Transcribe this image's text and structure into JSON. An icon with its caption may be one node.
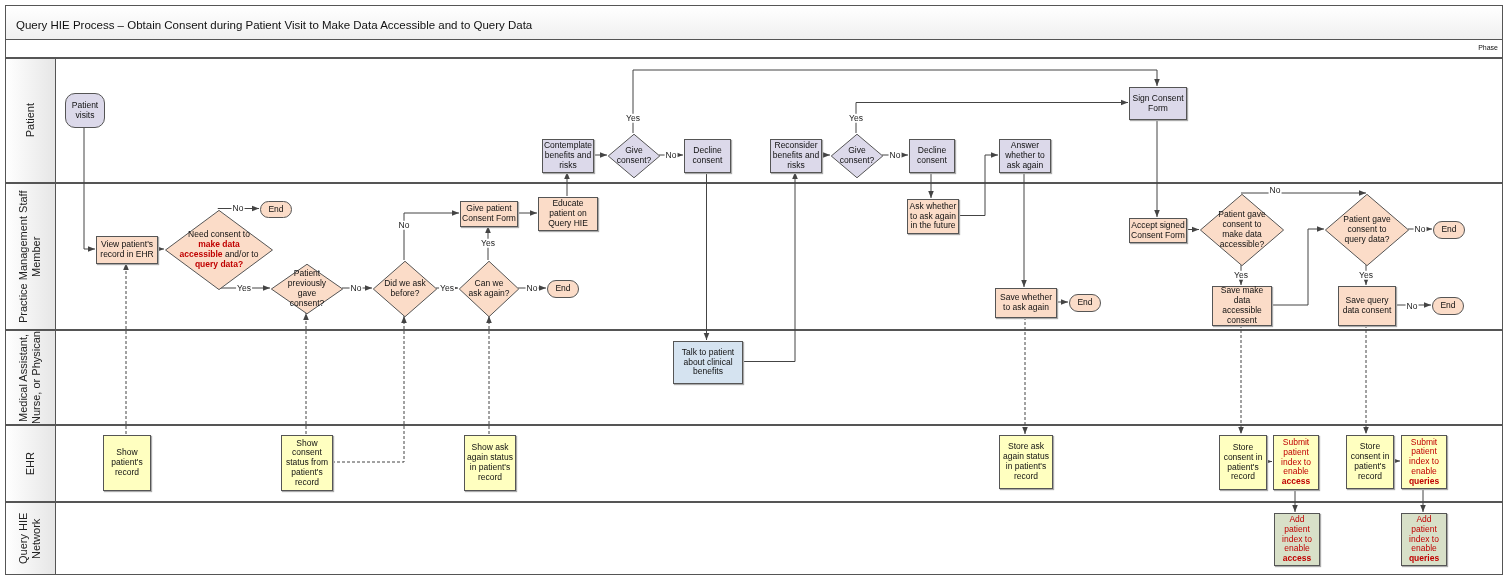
{
  "diagram": {
    "title": "Query HIE Process – Obtain Consent during Patient Visit to Make Data Accessible and to Query Data",
    "nodes": [
      {
        "text": [
          "Patient"
        ]
      },
      {
        "text": [
          "Practice Management Staff Member"
        ]
      },
      {
        "text": [
          "Medical Assistant, Nurse, or Physican"
        ]
      },
      {
        "text": [
          "EHR"
        ]
      },
      {
        "text": [
          "Query HIE Network"
        ]
      },
      {
        "text": [
          "Patient visits"
        ],
        "in": 0
      },
      {
        "text": [
          "Contemplate benefits and risks"
        ],
        "in": 0
      },
      {
        "text": [
          "Give consent?"
        ],
        "in": 0
      },
      {
        "text": [
          "Decline consent"
        ],
        "in": 0
      },
      {
        "text": [
          "Reconsider benefits and risks"
        ],
        "in": 0
      },
      {
        "text": [
          "Give consent?"
        ],
        "in": 0
      },
      {
        "text": [
          "Decline consent"
        ],
        "in": 0
      },
      {
        "text": [
          "Answer whether to ask again"
        ],
        "in": 0
      },
      {
        "text": [
          "Sign Consent Form"
        ],
        "in": 0
      },
      {
        "text": [
          "End"
        ],
        "in": 1
      },
      {
        "text": [
          "View patient's record in EHR"
        ],
        "in": 1
      },
      {
        "text": [
          "Need consent to **make data accessible** and/or to **query data?**"
        ],
        "in": 1
      },
      {
        "text": [
          "Give patient Consent Form"
        ],
        "in": 1
      },
      {
        "text": [
          "Educate patient on Query HIE"
        ],
        "in": 1
      },
      {
        "text": [
          "Patient previously gave consent?"
        ],
        "in": 1
      },
      {
        "text": [
          "Did we ask before?"
        ],
        "in": 1
      },
      {
        "text": [
          "Can we ask again?"
        ],
        "in": 1
      },
      {
        "text": [
          "End"
        ],
        "in": 1
      },
      {
        "text": [
          "Ask whether to ask again in the future"
        ],
        "in": 1
      },
      {
        "text": [
          "Accept signed Consent Form"
        ],
        "in": 1
      },
      {
        "text": [
          "Patient gave consent to make data accessible?"
        ],
        "in": 1
      },
      {
        "text": [
          "Patient gave consent to query data?"
        ],
        "in": 1
      },
      {
        "text": [
          "End"
        ],
        "in": 1
      },
      {
        "text": [
          "Save whether to ask again"
        ],
        "in": 1
      },
      {
        "text": [
          "End"
        ],
        "in": 1
      },
      {
        "text": [
          "Save make data accessible consent"
        ],
        "in": 1
      },
      {
        "text": [
          "Save query data consent"
        ],
        "in": 1
      },
      {
        "text": [
          "End"
        ],
        "in": 1
      },
      {
        "text": [
          "Talk to patient about clinical benefits"
        ],
        "in": 2
      },
      {
        "text": [
          "Show patient's record"
        ],
        "in": 3
      },
      {
        "text": [
          "Show consent status from patient's record"
        ],
        "in": 3
      },
      {
        "text": [
          "Show ask again status in patient's record"
        ],
        "in": 3
      },
      {
        "text": [
          "Store ask again status in patient's record"
        ],
        "in": 3
      },
      {
        "text": [
          "Store consent in patient's record"
        ],
        "in": 3
      },
      {
        "text": [
          "Submit patient index to enable **access**"
        ],
        "in": 3
      },
      {
        "text": [
          "Store consent in patient's record"
        ],
        "in": 3
      },
      {
        "text": [
          "Submit patient index to enable **queries**"
        ],
        "in": 3
      },
      {
        "text": [
          "Add patient index to enable **access**"
        ],
        "in": 4
      },
      {
        "text": [
          "Add patient index to enable **queries**"
        ],
        "in": 4
      }
    ],
    "edges": [
      {
        "from": 5,
        "to": 15,
        "arrow": "to"
      },
      {
        "from": 15,
        "to": 16,
        "arrow": "to"
      },
      {
        "from": 16,
        "to": 14,
        "arrow": "to",
        "label": "No"
      },
      {
        "from": 16,
        "to": 19,
        "arrow": "to",
        "label": "Yes"
      },
      {
        "from": 19,
        "to": 20,
        "arrow": "to",
        "label": "No"
      },
      {
        "from": 20,
        "to": 21,
        "arrow": "to",
        "label": "Yes"
      },
      {
        "from": 20,
        "to": 17,
        "arrow": "to",
        "label": "No"
      },
      {
        "from": 21,
        "to": 17,
        "arrow": "to",
        "label": "Yes"
      },
      {
        "from": 21,
        "to": 22,
        "arrow": "to",
        "label": "No"
      },
      {
        "from": 17,
        "to": 18,
        "arrow": "to"
      },
      {
        "from": 18,
        "to": 6,
        "arrow": "to"
      },
      {
        "from": 6,
        "to": 7,
        "arrow": "to"
      },
      {
        "from": 7,
        "to": 8,
        "arrow": "to",
        "label": "No"
      },
      {
        "from": 7,
        "to": 13,
        "arrow": "to",
        "label": "Yes"
      },
      {
        "from": 8,
        "to": 33,
        "arrow": "to"
      },
      {
        "from": 33,
        "to": 9,
        "arrow": "to"
      },
      {
        "from": 9,
        "to": 10,
        "arrow": "to"
      },
      {
        "from": 10,
        "to": 11,
        "arrow": "to",
        "label": "No"
      },
      {
        "from": 10,
        "to": 13,
        "arrow": "to",
        "label": "Yes"
      },
      {
        "from": 11,
        "to": 23,
        "arrow": "to"
      },
      {
        "from": 23,
        "to": 12,
        "arrow": "to"
      },
      {
        "from": 12,
        "to": 28,
        "arrow": "to"
      },
      {
        "from": 28,
        "to": 29,
        "arrow": "to"
      },
      {
        "from": 13,
        "to": 24,
        "arrow": "to"
      },
      {
        "from": 24,
        "to": 25,
        "arrow": "to"
      },
      {
        "from": 25,
        "to": 26,
        "arrow": "to",
        "label": "No"
      },
      {
        "from": 25,
        "to": 30,
        "arrow": "to",
        "label": "Yes"
      },
      {
        "from": 30,
        "to": 26,
        "arrow": "to"
      },
      {
        "from": 26,
        "to": 27,
        "arrow": "to",
        "label": "No"
      },
      {
        "from": 26,
        "to": 31,
        "arrow": "to",
        "label": "Yes"
      },
      {
        "from": 31,
        "to": 32,
        "arrow": "to",
        "label": "No"
      },
      {
        "from": 34,
        "to": 15,
        "arrow": "to",
        "style": "dashed"
      },
      {
        "from": 35,
        "to": 19,
        "arrow": "to",
        "style": "dashed"
      },
      {
        "from": 35,
        "to": 20,
        "arrow": "to",
        "style": "dashed"
      },
      {
        "from": 36,
        "to": 21,
        "arrow": "to",
        "style": "dashed"
      },
      {
        "from": 28,
        "to": 37,
        "arrow": "to",
        "style": "dashed"
      },
      {
        "from": 30,
        "to": 38,
        "arrow": "to",
        "style": "dashed"
      },
      {
        "from": 38,
        "to": 39,
        "arrow": "to"
      },
      {
        "from": 39,
        "to": 42,
        "arrow": "to"
      },
      {
        "from": 31,
        "to": 40,
        "arrow": "to",
        "style": "dashed"
      },
      {
        "from": 40,
        "to": 41,
        "arrow": "to"
      },
      {
        "from": 41,
        "to": 43,
        "arrow": "to"
      }
    ],
    "labels": [
      "Phase"
    ]
  }
}
